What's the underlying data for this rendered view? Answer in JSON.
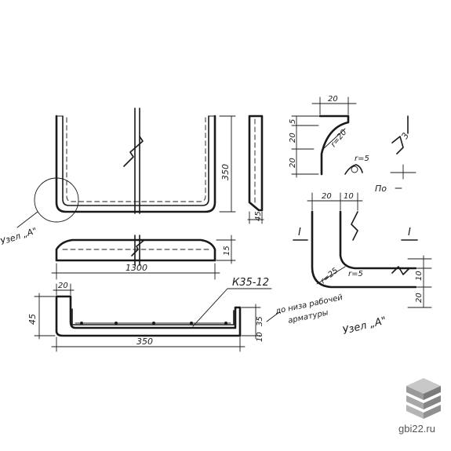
{
  "dimensions": {
    "plan_height": "350",
    "plan_side_thickness": "45",
    "plan_width": "1300",
    "side_profile_offset": "15",
    "section_depth": "45",
    "section_lip": "20",
    "section_width": "350",
    "section_right_h": "35",
    "section_bottom": "10",
    "node_top_w": "20",
    "node_top_h1": "5",
    "node_top_h2": "20",
    "node_top_h3": "20",
    "node_radius": "r=20",
    "node_small_r": "r=5",
    "node_right_r": "3",
    "node_a_w1": "20",
    "node_a_w2": "10",
    "node_a_h1": "10",
    "node_a_h2": "20",
    "node_a_r1": "r=25",
    "node_a_r2": "r=5"
  },
  "labels": {
    "node_ref_plan": "Узел „А\"",
    "rebar_mark": "К35-12",
    "note_line1": "до низа рабочей",
    "note_line2": "арматуры",
    "node_a_title": "Узел „А\"",
    "section_mark_left": "I",
    "section_mark_right": "I",
    "po_label": "По"
  },
  "brand": {
    "site": "gbi22.ru"
  }
}
